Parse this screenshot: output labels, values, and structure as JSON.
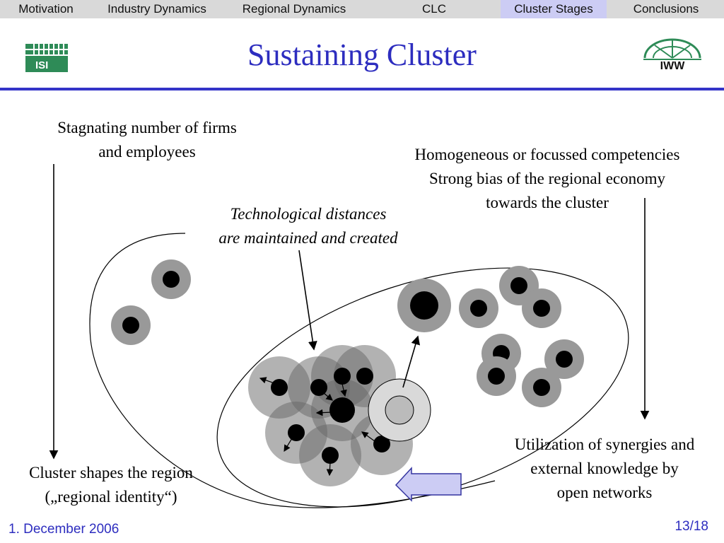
{
  "nav": {
    "items": [
      {
        "label": "Motivation"
      },
      {
        "label": "Industry Dynamics"
      },
      {
        "label": "Regional Dynamics"
      },
      {
        "label": "CLC"
      },
      {
        "label": "Cluster Stages",
        "active": true
      },
      {
        "label": "Conclusions"
      }
    ]
  },
  "logos": {
    "left": {
      "text": "ISI",
      "color": "#2e8b57"
    },
    "right": {
      "text": "IWW",
      "color": "#2e8b57"
    }
  },
  "title": "Sustaining Cluster",
  "annotations": {
    "top_left": {
      "line1": "Stagnating number of firms",
      "line2": "and employees"
    },
    "top_right": {
      "line1": "Homogeneous or focussed competencies",
      "line2": "Strong bias of the regional economy",
      "line3": "towards the cluster"
    },
    "center": {
      "line1": "Technological distances",
      "line2": "are maintained and created"
    },
    "bottom_left": {
      "line1": "Cluster shapes the region",
      "line2": "(„regional identity“)"
    },
    "bottom_right": {
      "line1": "Utilization of synergies and",
      "line2": "external knowledge by",
      "line3": "open networks"
    }
  },
  "footer": {
    "date": "1. December 2006",
    "page": "13/18"
  },
  "colors": {
    "accent": "#2d2dbf",
    "firm_halo": "#999999",
    "firm_core": "#000000",
    "arrow_box": "#ccccf4"
  }
}
